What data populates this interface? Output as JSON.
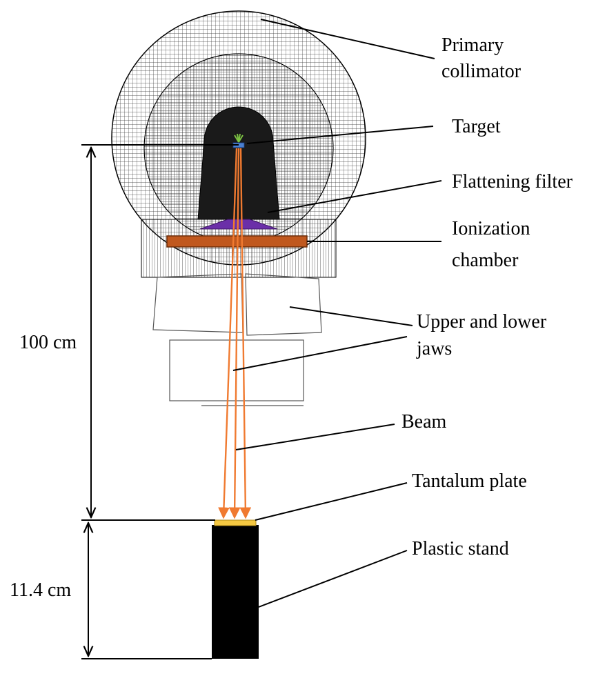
{
  "labels": {
    "primary_collimator_1": "Primary",
    "primary_collimator_2": "collimator",
    "target": "Target",
    "flattening_filter": "Flattening filter",
    "ionization_chamber_1": "Ionization",
    "ionization_chamber_2": "chamber",
    "jaws_1": "Upper and lower",
    "jaws_2": "jaws",
    "beam": "Beam",
    "tantalum_plate": "Tantalum plate",
    "plastic_stand": "Plastic stand"
  },
  "dimensions": {
    "source_distance": "100 cm",
    "stand_height": "11.4 cm"
  },
  "colors": {
    "mesh": "#222222",
    "target": "#4a7fd0",
    "target_spray": "#7cc242",
    "flattening_filter": "#6b2fa8",
    "ionization_chamber": "#c0581e",
    "ionization_chamber_edge": "#6b2c08",
    "beam": "#f07a30",
    "tantalum_plate": "#f5c842",
    "plastic_stand": "#000000"
  }
}
